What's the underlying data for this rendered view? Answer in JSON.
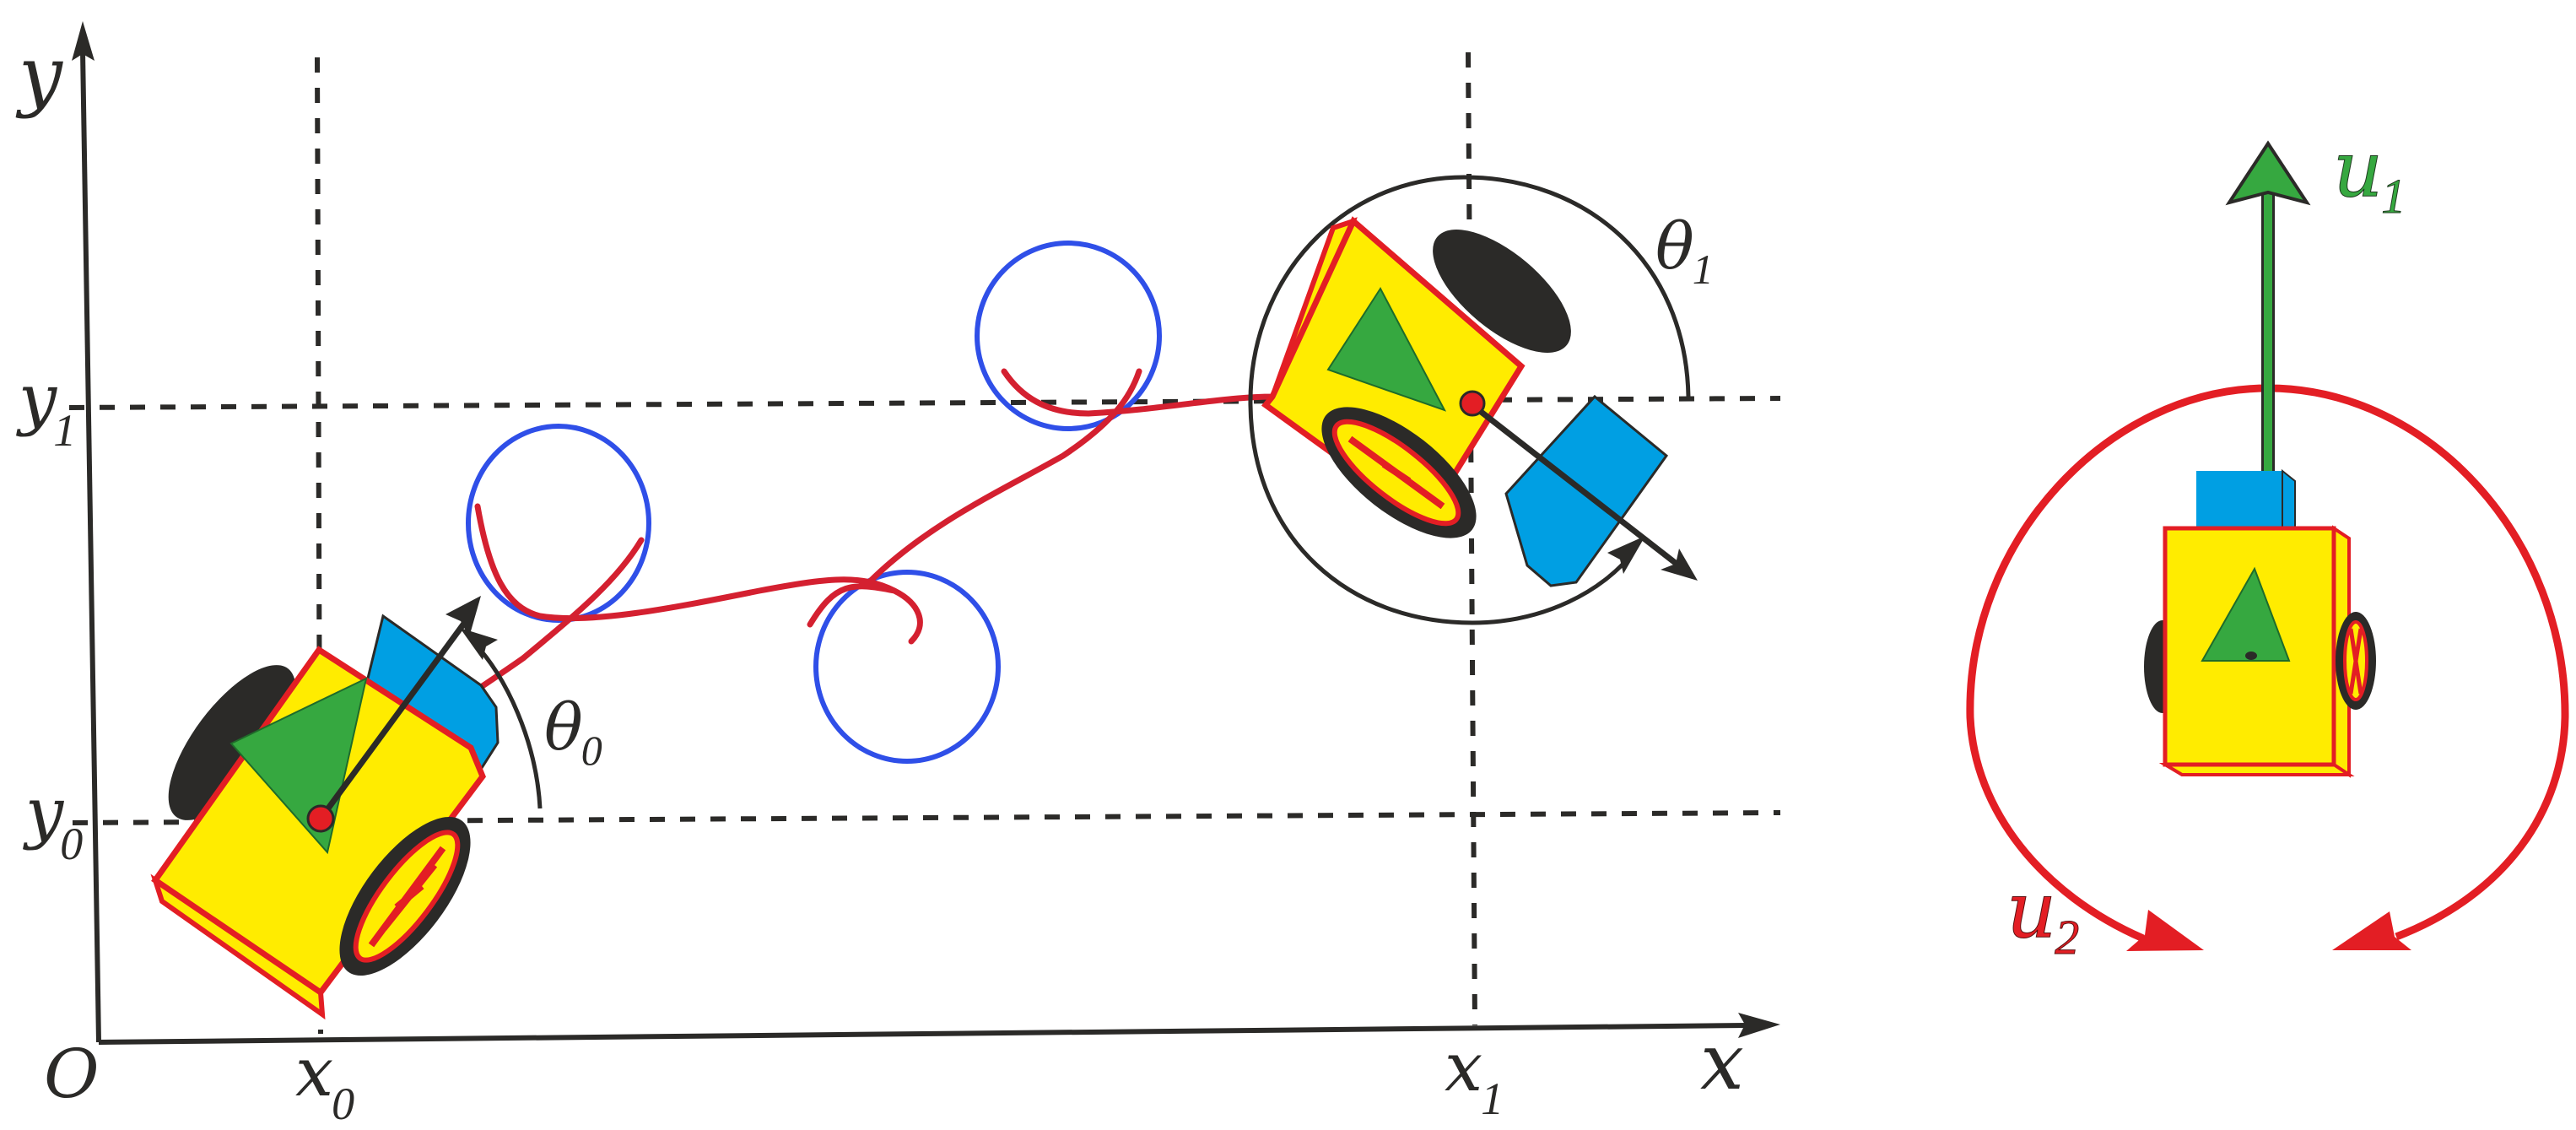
{
  "figure": {
    "title": "Unicycle mobile robot path from initial pose to final pose with control inputs",
    "colors": {
      "axis": "#2b2a28",
      "path": "#d42030",
      "loop": "#2f4fe8",
      "robot_body": "#ffec00",
      "robot_outline": "#e31e24",
      "robot_sensor": "#009fe3",
      "robot_triangle": "#36a840",
      "wheel": "#2b2a28",
      "u1": "#36a840",
      "u2": "#e31e24"
    }
  },
  "axes": {
    "origin_label": "O",
    "x_label": "x",
    "y_label": "y",
    "x_ticks": [
      {
        "base": "x",
        "sub": "0"
      },
      {
        "base": "x",
        "sub": "1"
      }
    ],
    "y_ticks": [
      {
        "base": "y",
        "sub": "0"
      },
      {
        "base": "y",
        "sub": "1"
      }
    ]
  },
  "poses": {
    "initial": {
      "angle_base": "θ",
      "angle_sub": "0"
    },
    "final": {
      "angle_base": "θ",
      "angle_sub": "1"
    }
  },
  "controls": {
    "u1": {
      "base": "u",
      "sub": "1"
    },
    "u2": {
      "base": "u",
      "sub": "2"
    }
  }
}
